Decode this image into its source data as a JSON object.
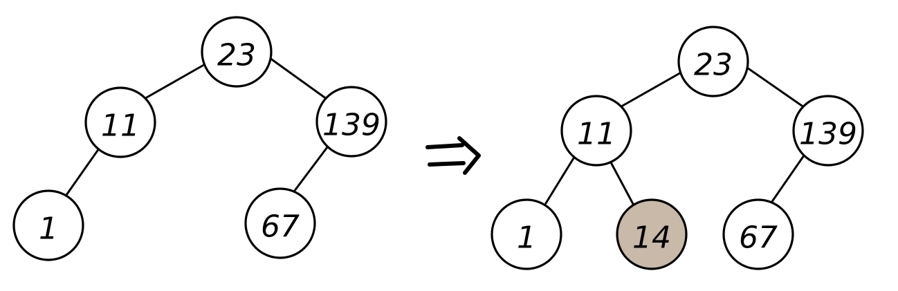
{
  "colors": {
    "node_fill": "#ffffff",
    "inserted_fill": "#c8b9a8",
    "stroke": "#000000"
  },
  "before_tree": {
    "root": "23",
    "left": "11",
    "right": "139",
    "left_left": "1",
    "right_left": "67"
  },
  "after_tree": {
    "root": "23",
    "left": "11",
    "right": "139",
    "left_left": "1",
    "left_right": "14",
    "right_left": "67",
    "inserted_key": "14"
  },
  "arrow_icon": "implies-arrow-icon"
}
